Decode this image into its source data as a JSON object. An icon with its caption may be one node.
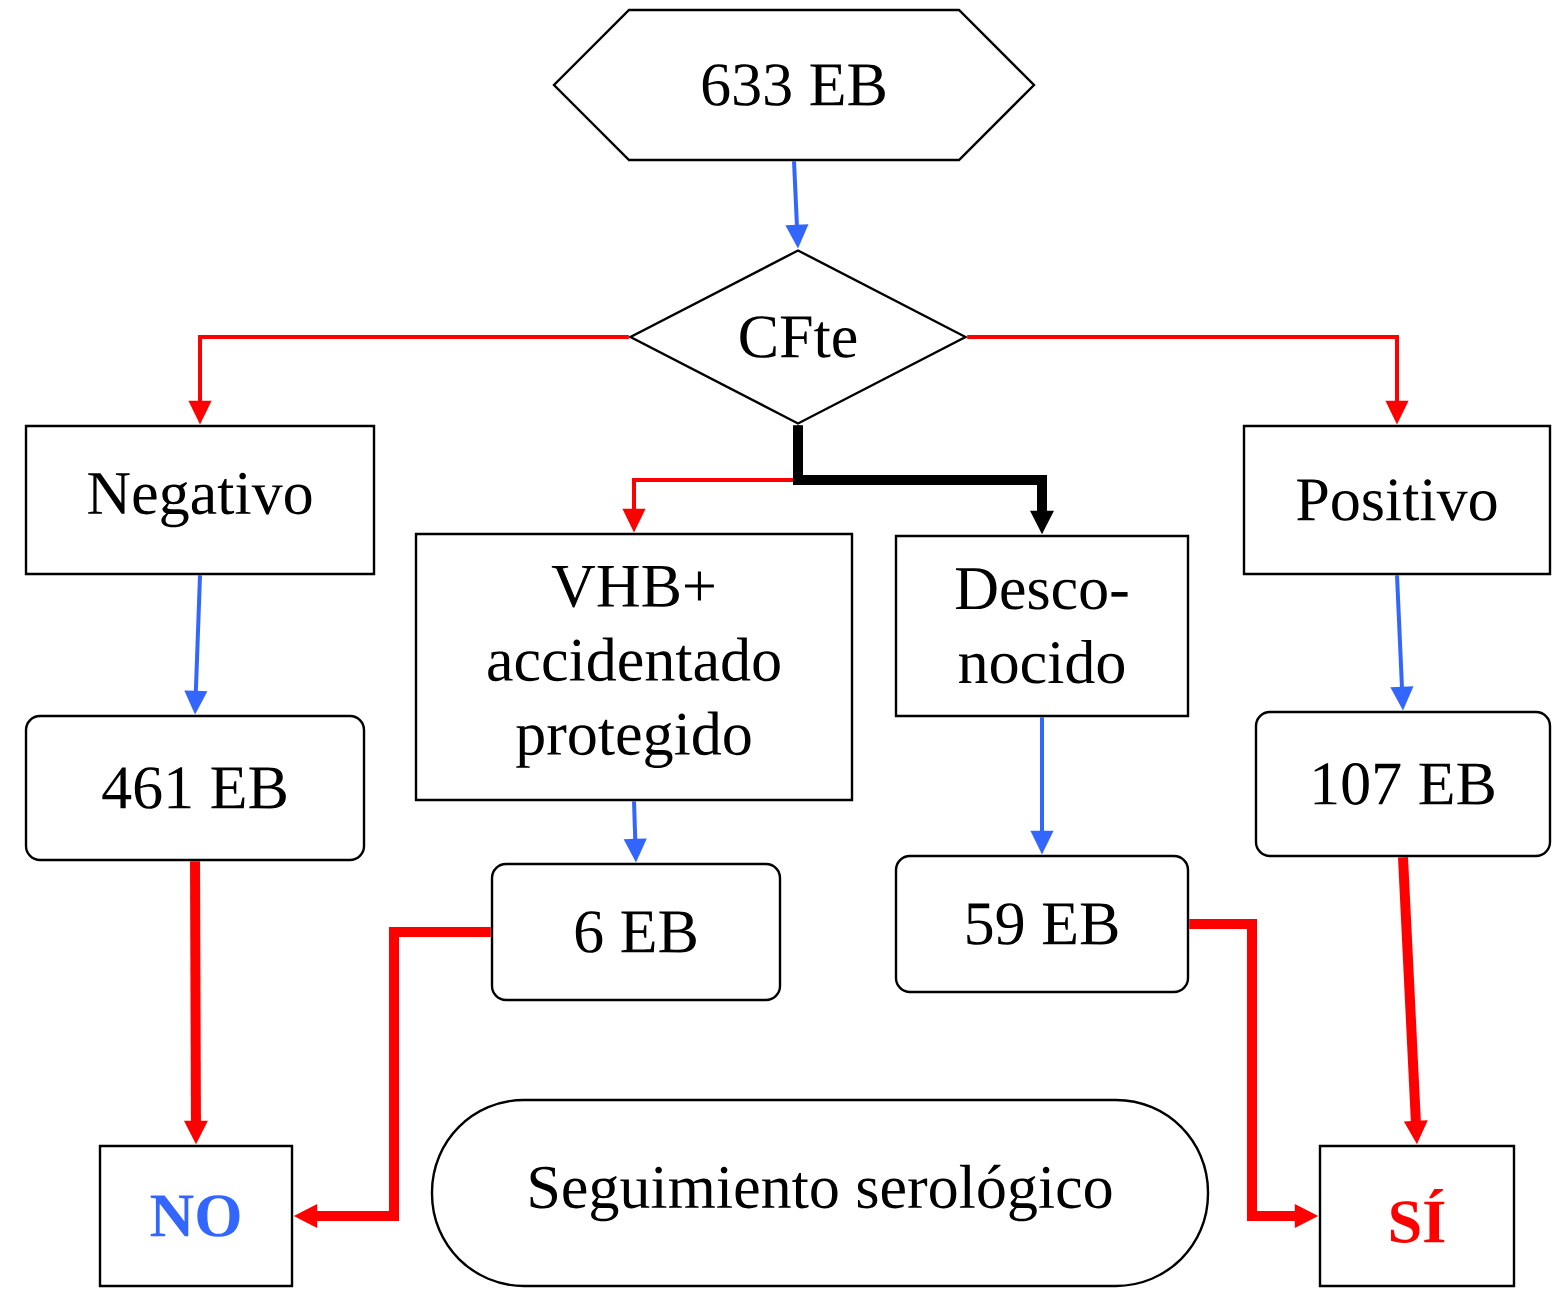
{
  "diagram": {
    "nodes": [
      {
        "text": [
          "633 EB"
        ]
      },
      {
        "text": [
          "CFte"
        ]
      },
      {
        "text": [
          "Negativo"
        ]
      },
      {
        "text": [
          "VHB+ accidentado protegido"
        ]
      },
      {
        "text": [
          "Desco- nocido"
        ]
      },
      {
        "text": [
          "Positivo"
        ]
      },
      {
        "text": [
          "461 EB"
        ]
      },
      {
        "text": [
          "6 EB"
        ]
      },
      {
        "text": [
          "59 EB"
        ]
      },
      {
        "text": [
          "107 EB"
        ]
      },
      {
        "text": [
          "NO"
        ]
      },
      {
        "text": [
          "Seguimiento serológico"
        ]
      },
      {
        "text": [
          "SÍ"
        ]
      }
    ],
    "edges": [
      {
        "from": 0,
        "to": 1,
        "arrow": "to",
        "color": "#3366ff"
      },
      {
        "from": 1,
        "to": 2,
        "arrow": "to"
      },
      {
        "from": 1,
        "to": 3,
        "arrow": "to"
      },
      {
        "from": 1,
        "to": 4,
        "arrow": "to",
        "style": "thick",
        "color": "#000000"
      },
      {
        "from": 1,
        "to": 5,
        "arrow": "to"
      },
      {
        "from": 2,
        "to": 6,
        "arrow": "to",
        "color": "#3366ff"
      },
      {
        "from": 3,
        "to": 7,
        "arrow": "to",
        "color": "#3366ff"
      },
      {
        "from": 4,
        "to": 8,
        "arrow": "to",
        "color": "#3366ff"
      },
      {
        "from": 5,
        "to": 9,
        "arrow": "to",
        "color": "#3366ff"
      },
      {
        "from": 6,
        "to": 10,
        "arrow": "to",
        "style": "thick"
      },
      {
        "from": 7,
        "to": 10,
        "arrow": "to",
        "style": "thick"
      },
      {
        "from": 8,
        "to": 12,
        "arrow": "to",
        "style": "thick"
      },
      {
        "from": 9,
        "to": 12,
        "arrow": "to",
        "style": "thick"
      }
    ]
  }
}
